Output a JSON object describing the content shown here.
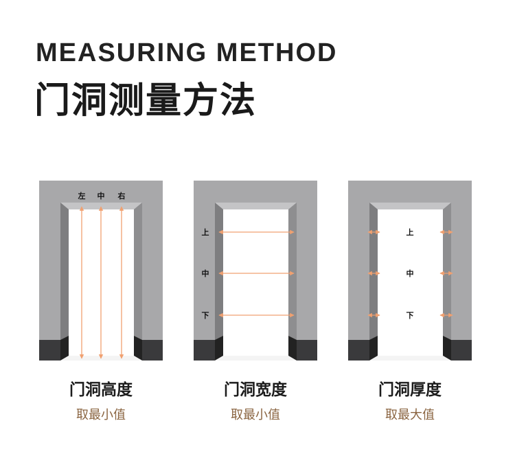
{
  "header": {
    "title_en": "MEASURING METHOD",
    "title_cn": "门洞测量方法"
  },
  "panels": [
    {
      "title": "门洞高度",
      "subtitle": "取最小值",
      "marks": [
        "左",
        "中",
        "右"
      ]
    },
    {
      "title": "门洞宽度",
      "subtitle": "取最小值",
      "marks": [
        "上",
        "中",
        "下"
      ]
    },
    {
      "title": "门洞厚度",
      "subtitle": "取最大值",
      "marks": [
        "上",
        "中",
        "下"
      ]
    }
  ],
  "colors": {
    "arrow": "#f0a070",
    "wall": "#a8a8aa",
    "baseboard": "#3a3a3c",
    "accent_text": "#8a6440"
  }
}
